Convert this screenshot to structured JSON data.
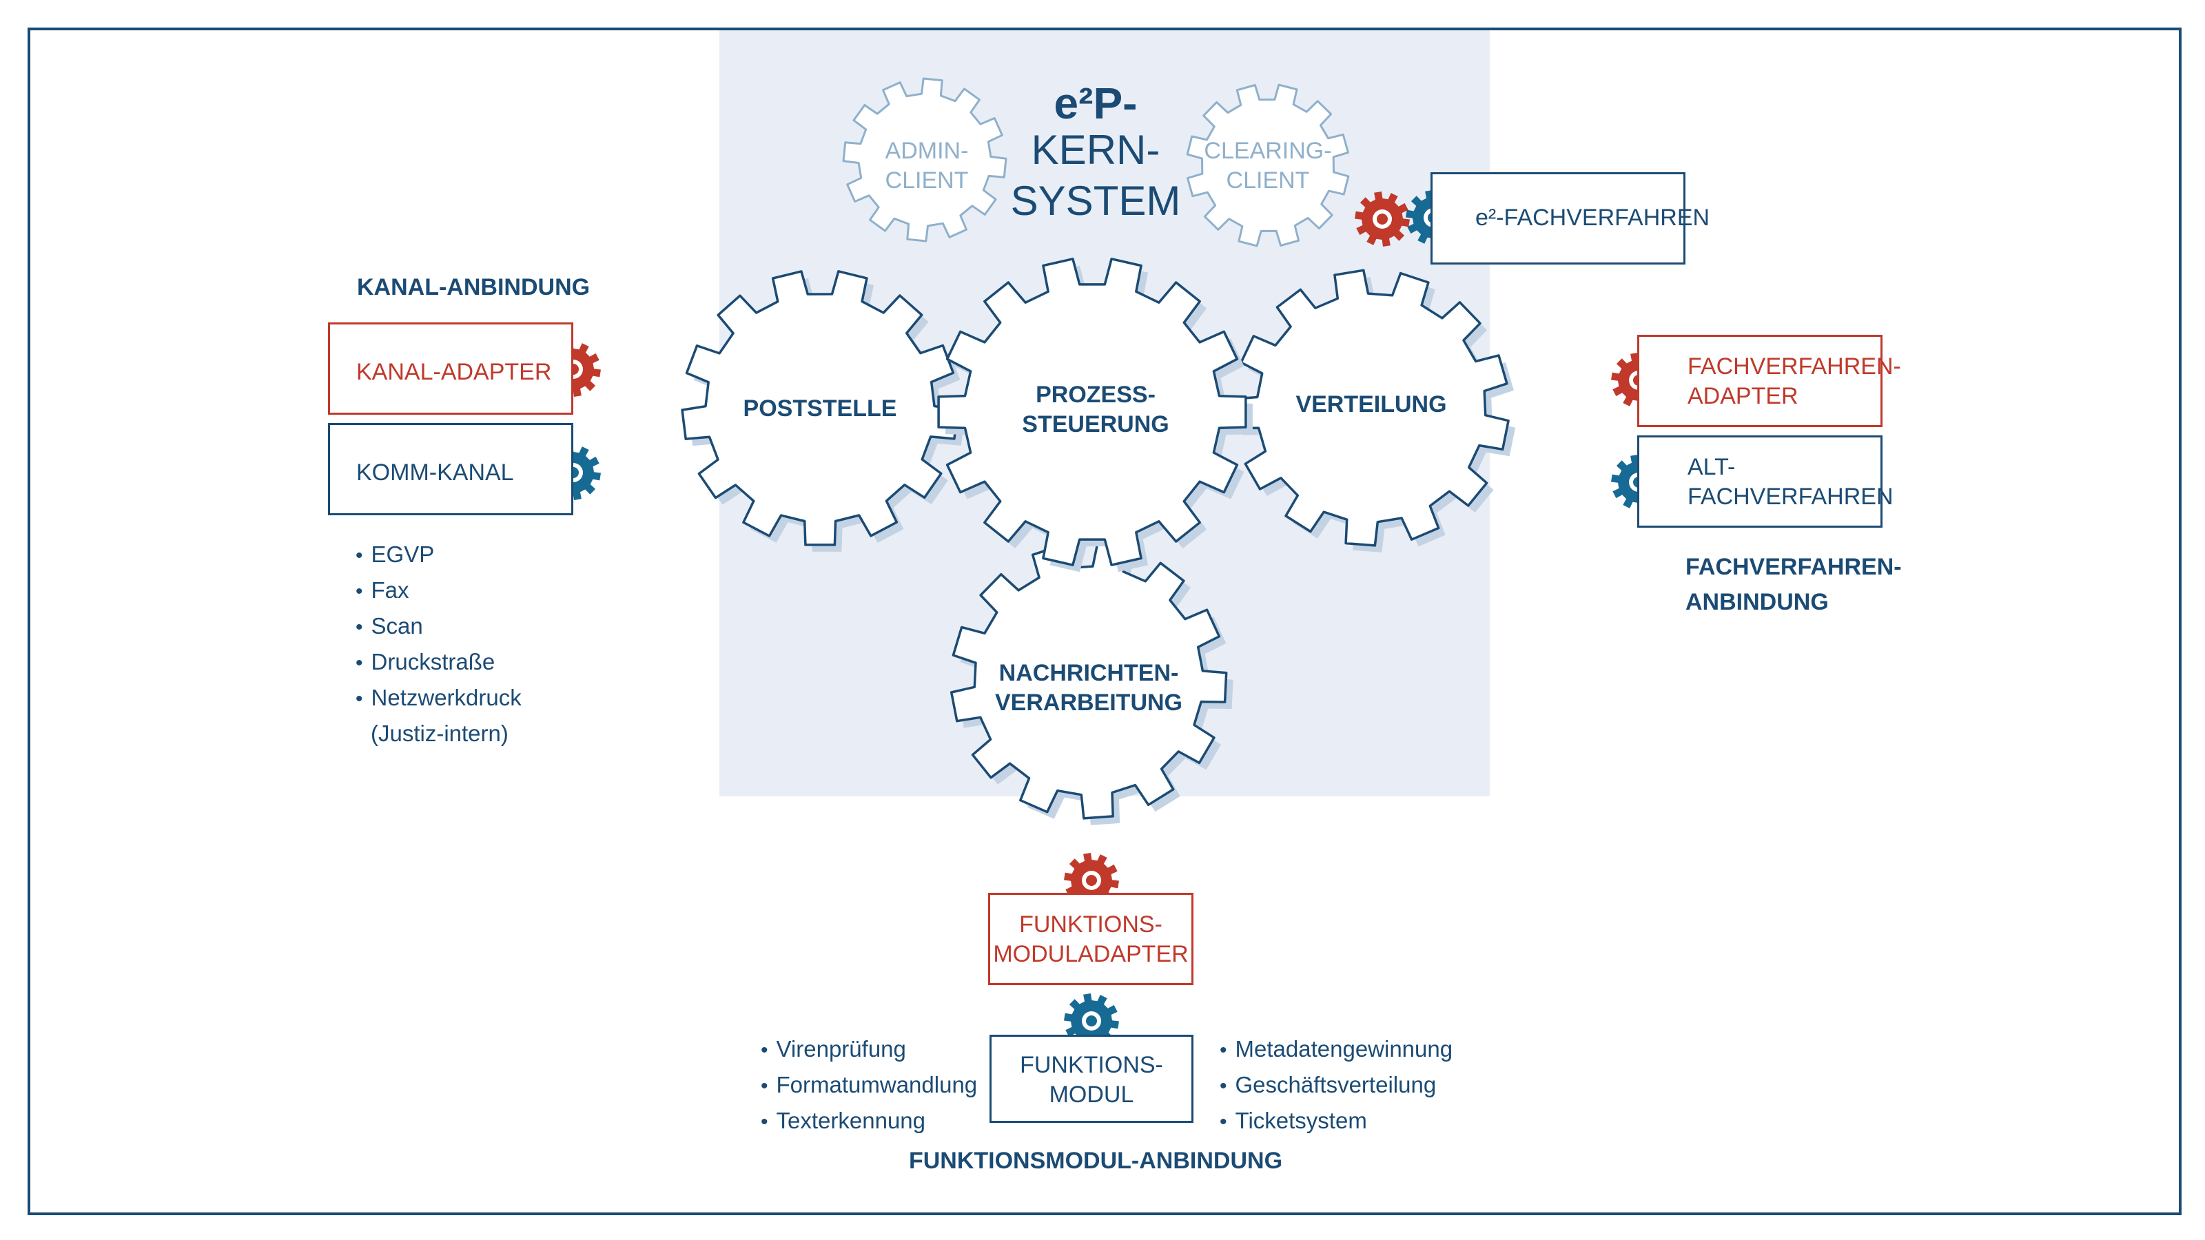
{
  "core": {
    "title_main": "e²P-",
    "title_line2": "KERN-",
    "title_line3": "SYSTEM",
    "admin_client": "ADMIN-\nCLIENT",
    "clearing_client": "CLEARING-\nCLIENT"
  },
  "gears": {
    "poststelle": "POSTSTELLE",
    "prozess": "PROZESS-\nSTEUERUNG",
    "verteilung": "VERTEILUNG",
    "nachrichten": "NACHRICHTEN-\nVERARBEITUNG"
  },
  "fachverfahren_top": {
    "label": "e²-FACHVERFAHREN"
  },
  "kanal": {
    "heading": "KANAL-ANBINDUNG",
    "adapter": "KANAL-ADAPTER",
    "komm": "KOMM-KANAL",
    "items": [
      "EGVP",
      "Fax",
      "Scan",
      "Druckstraße",
      "Netzwerkdruck",
      "(Justiz-intern)"
    ]
  },
  "fachverfahren": {
    "adapter": "FACHVERFAHREN-\nADAPTER",
    "alt": "ALT-\nFACHVERFAHREN",
    "heading": "FACHVERFAHREN-\nANBINDUNG"
  },
  "funktion": {
    "adapter": "FUNKTIONS-\nMODULADAPTER",
    "modul": "FUNKTIONS-\nMODUL",
    "left_items": [
      "Virenprüfung",
      "Formatumwandlung",
      "Texterkennung"
    ],
    "right_items": [
      "Metadatengewinnung",
      "Geschäftsverteilung",
      "Ticketsystem"
    ],
    "heading": "FUNKTIONSMODUL-ANBINDUNG"
  },
  "colors": {
    "navy": "#1b4b74",
    "red": "#c0392b",
    "blue": "#166a94",
    "pale": "#8fb0cb",
    "core_bg": "#e9eef6"
  }
}
